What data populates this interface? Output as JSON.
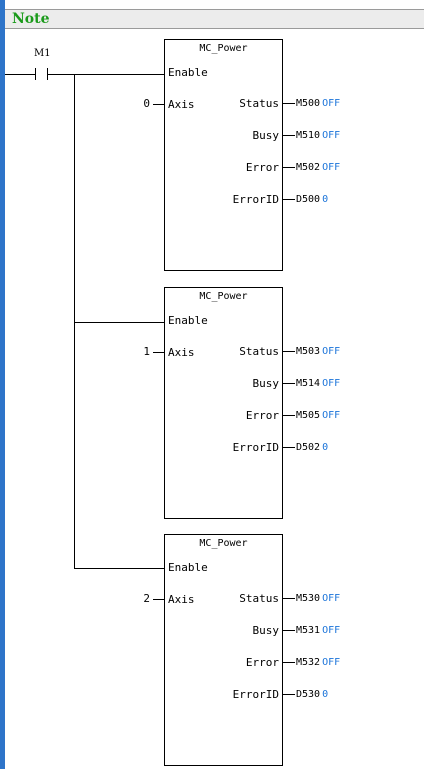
{
  "header": {
    "title": "Note"
  },
  "contact": {
    "label": "M1"
  },
  "blocks": [
    {
      "title": "MC_Power",
      "enable_label": "Enable",
      "axis_label": "Axis",
      "axis_value": "0",
      "outputs": [
        {
          "pin": "Status",
          "var": "M500",
          "value": "OFF"
        },
        {
          "pin": "Busy",
          "var": "M510",
          "value": "OFF"
        },
        {
          "pin": "Error",
          "var": "M502",
          "value": "OFF"
        },
        {
          "pin": "ErrorID",
          "var": "D500",
          "value": "0"
        }
      ]
    },
    {
      "title": "MC_Power",
      "enable_label": "Enable",
      "axis_label": "Axis",
      "axis_value": "1",
      "outputs": [
        {
          "pin": "Status",
          "var": "M503",
          "value": "OFF"
        },
        {
          "pin": "Busy",
          "var": "M514",
          "value": "OFF"
        },
        {
          "pin": "Error",
          "var": "M505",
          "value": "OFF"
        },
        {
          "pin": "ErrorID",
          "var": "D502",
          "value": "0"
        }
      ]
    },
    {
      "title": "MC_Power",
      "enable_label": "Enable",
      "axis_label": "Axis",
      "axis_value": "2",
      "outputs": [
        {
          "pin": "Status",
          "var": "M530",
          "value": "OFF"
        },
        {
          "pin": "Busy",
          "var": "M531",
          "value": "OFF"
        },
        {
          "pin": "Error",
          "var": "M532",
          "value": "OFF"
        },
        {
          "pin": "ErrorID",
          "var": "D530",
          "value": "0"
        }
      ]
    }
  ]
}
